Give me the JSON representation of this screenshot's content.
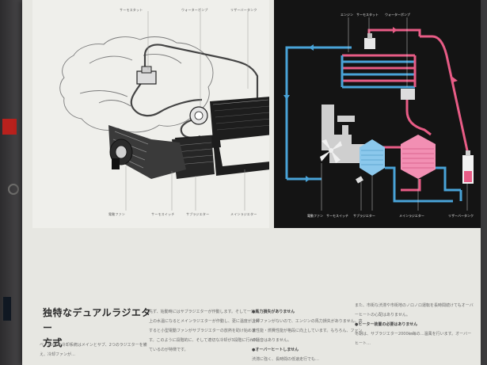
{
  "diagram": {
    "left_callouts": {
      "thermostat": "サーモスタット",
      "water_pump": "ウォーターポンプ",
      "reserve_tank": "リザーバータンク",
      "electric_fan": "電動ファン",
      "thermo_switch": "サーモスイッチ",
      "sub_radiator": "サブラジエター",
      "main_radiator": "メインラジエター"
    },
    "right_labels": {
      "engine": "エンジン",
      "thermostat": "サーモスタット",
      "water_pump": "ウォーターポンプ",
      "electric_fan": "電動ファン",
      "thermo_switch": "サーモスイッチ",
      "sub_radiator": "サブラジエター",
      "main_radiator": "メインラジエター",
      "reserve_tank": "リザーバータンク"
    },
    "colors": {
      "hot_line": "#e85c86",
      "cold_line": "#49a3d8",
      "panel_dark": "#141414"
    }
  },
  "article": {
    "title_line1": "独特なデュアルラジエター",
    "title_line2": "方式",
    "col1": "ベー1500の冷却系統はメインとサブ、2つのラジエターを備え、冷却ファンが…",
    "col2": "先ず、始動時にはサブラジエターが作動します。そして一定以上の水温になるとメインラジエターが作動し、更に温度が上昇すると小型電動ファンがサブラジエターの放熱を助け始めます。このように段階的に、そして適切な冷却が3段階に行われているのが特徴です。",
    "col3_head1": "●馬力損失がありません",
    "col3_text1": "冷却ファンがないので、エンジンの馬力損失がありません。高速性能・燃費性能が格段に向上しています。もちろん、ファンの騒音はありません。",
    "col3_head2": "●オーバーヒートしません",
    "col3_text2": "渋滞に強く、長時間の低速走行でも…",
    "col4_text1": "また、市街な渋滞や市街地のノロノロ運転を長時間続けてもオーバーヒートの心配はありません。",
    "col4_head": "●ヒーター装置の必要はありません",
    "col4_text2": "冬期は、サブラジエター2000㎞毎の…温風を行います。オーバーヒート…"
  }
}
